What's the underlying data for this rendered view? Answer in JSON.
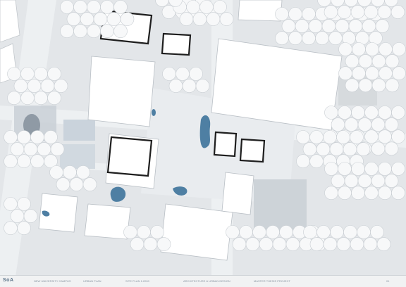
{
  "colors": {
    "ground": "#e3e6e9",
    "street": "#edf0f2",
    "roof": "#ffffff",
    "dark_outline": "#1e1e1e",
    "water": "#4e7fa3",
    "water_light": "#a9bfd3",
    "tree": "#f7f8f9",
    "tree_stroke": "#c9ced3"
  },
  "footer": {
    "logo": "SoA",
    "blocks": [
      "NEW UNIVERSITY CAMPUS",
      "URBAN PLAN",
      "SITE PLAN 1:2000",
      "ARCHITECTURE & URBAN DESIGN",
      "MASTER THESIS PROJECT"
    ],
    "sheet": "01"
  },
  "icons": {
    "logo_mark": "square-logo-icon"
  }
}
